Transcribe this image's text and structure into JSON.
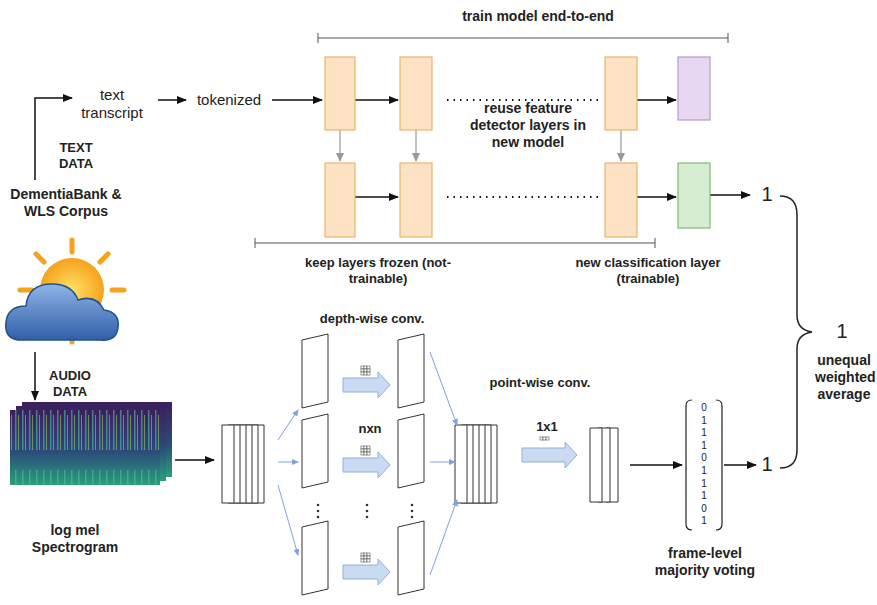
{
  "diagram": {
    "labels": [
      "train model end-to-end",
      "text transcript",
      "tokenized",
      "TEXT DATA",
      "reuse feature detector layers in new model",
      "DementiaBank & WLS Corpus",
      "1",
      "keep layers frozen (not-trainable)",
      "new classification layer (trainable)",
      "1",
      "depth-wise conv.",
      "unequal weighted average",
      "AUDIO DATA",
      "point-wise conv.",
      "nxn",
      "1x1",
      "0",
      "1",
      "1",
      "1",
      "0",
      "1",
      "1",
      "1",
      "0",
      "1",
      "1",
      "log mel Spectrogram",
      "frame-level majority voting"
    ]
  }
}
